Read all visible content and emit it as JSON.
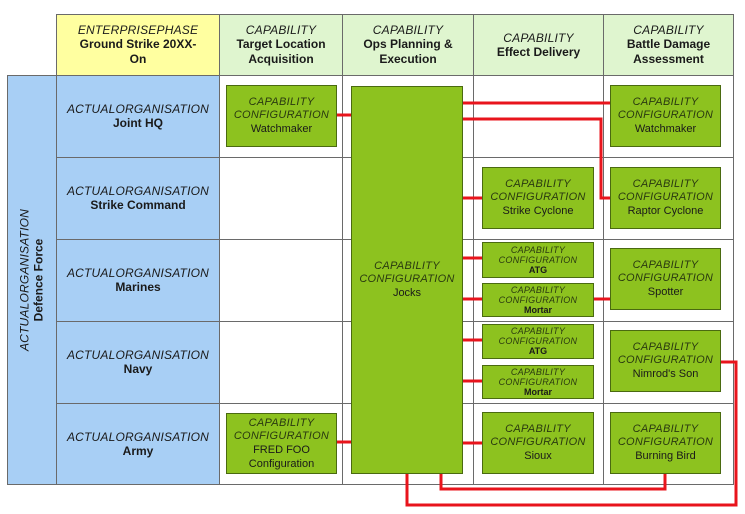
{
  "header": {
    "phase": {
      "type": "ENTERPRISEPHASE",
      "name": "Ground Strike 20XX-On"
    },
    "capabilities": [
      {
        "type": "CAPABILITY",
        "name": "Target Location Acquisition"
      },
      {
        "type": "CAPABILITY",
        "name": "Ops Planning & Execution"
      },
      {
        "type": "CAPABILITY",
        "name": "Effect Delivery"
      },
      {
        "type": "CAPABILITY",
        "name": "Battle Damage Assessment"
      }
    ]
  },
  "side": {
    "type": "ACTUALORGANISATION",
    "name": "Defence Force"
  },
  "rows": [
    {
      "type": "ACTUALORGANISATION",
      "name": "Joint HQ"
    },
    {
      "type": "ACTUALORGANISATION",
      "name": "Strike Command"
    },
    {
      "type": "ACTUALORGANISATION",
      "name": "Marines"
    },
    {
      "type": "ACTUALORGANISATION",
      "name": "Navy"
    },
    {
      "type": "ACTUALORGANISATION",
      "name": "Army"
    }
  ],
  "configs": {
    "stereotype": "CAPABILITY CONFIGURATION",
    "watchmaker_tla": "Watchmaker",
    "fred_foo": "FRED FOO Configuration",
    "jocks": "Jocks",
    "strike_cyclone": "Strike Cyclone",
    "atg_marines": "ATG",
    "mortar_marines": "Mortar",
    "atg_navy": "ATG",
    "mortar_navy": "Mortar",
    "sioux": "Sioux",
    "watchmaker_bda": "Watchmaker",
    "raptor_cyclone": "Raptor Cyclone",
    "spotter": "Spotter",
    "nimrods_son": "Nimrod's Son",
    "burning_bird": "Burning Bird"
  },
  "colors": {
    "config_fill": "#8dc21f",
    "connector": "#e8141c",
    "phase_header": "#ffffa0",
    "capability_header": "#dff5cf",
    "organisation": "#a8cff5"
  }
}
